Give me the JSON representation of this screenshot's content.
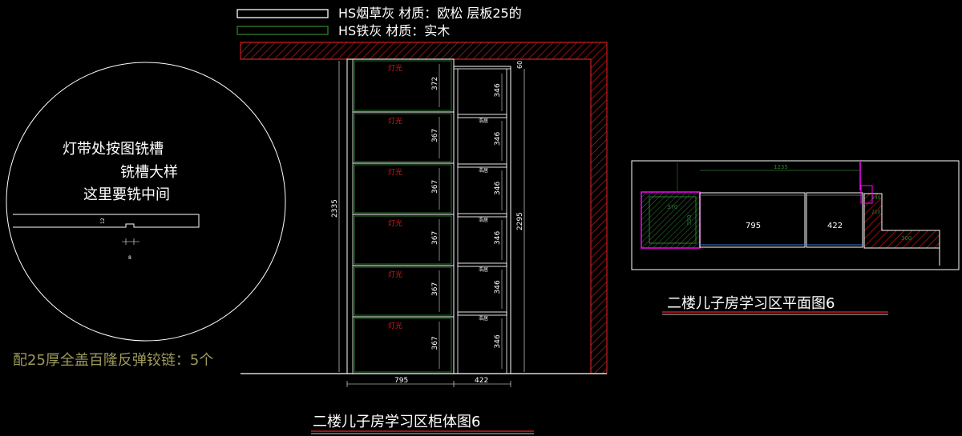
{
  "legend": {
    "item1": "HS烟草灰 材质：欧松 层板25的",
    "item2": "HS铁灰 材质：实木"
  },
  "detail": {
    "line1": "灯带处按图铣槽",
    "line2": "铣槽大样",
    "line3": "这里要铣中间",
    "dim_12": "12",
    "dim_8": "8"
  },
  "hinge_note": "配25厚全盖百隆反弹铰链：5个",
  "elevation": {
    "title": "二楼儿子房学习区柜体图6",
    "light_label": "灯光",
    "stone_label": "浩居",
    "left_dims": [
      "372",
      "367",
      "367",
      "367",
      "367",
      "367"
    ],
    "right_dims": [
      "346",
      "346",
      "346",
      "346",
      "346",
      "346"
    ],
    "dim_60": "60",
    "dim_total_left": "2335",
    "dim_total_right": "2295",
    "dim_width_left": "795",
    "dim_width_right": "422"
  },
  "plan": {
    "title": "二楼儿子房学习区平面图6",
    "dim_1235": "1235",
    "dim_795": "795",
    "dim_422": "422",
    "dim_370": "370",
    "dim_350": "350",
    "dim_140": "140",
    "dim_210": "210",
    "dim_300": "300"
  },
  "colors": {
    "background": "#000000",
    "line": "#ffffff",
    "hatch": "#c81e1e",
    "green": "#2e7d32",
    "magenta": "#ff00ff",
    "gray": "#8a8a8a",
    "note": "#9c9a5a"
  }
}
